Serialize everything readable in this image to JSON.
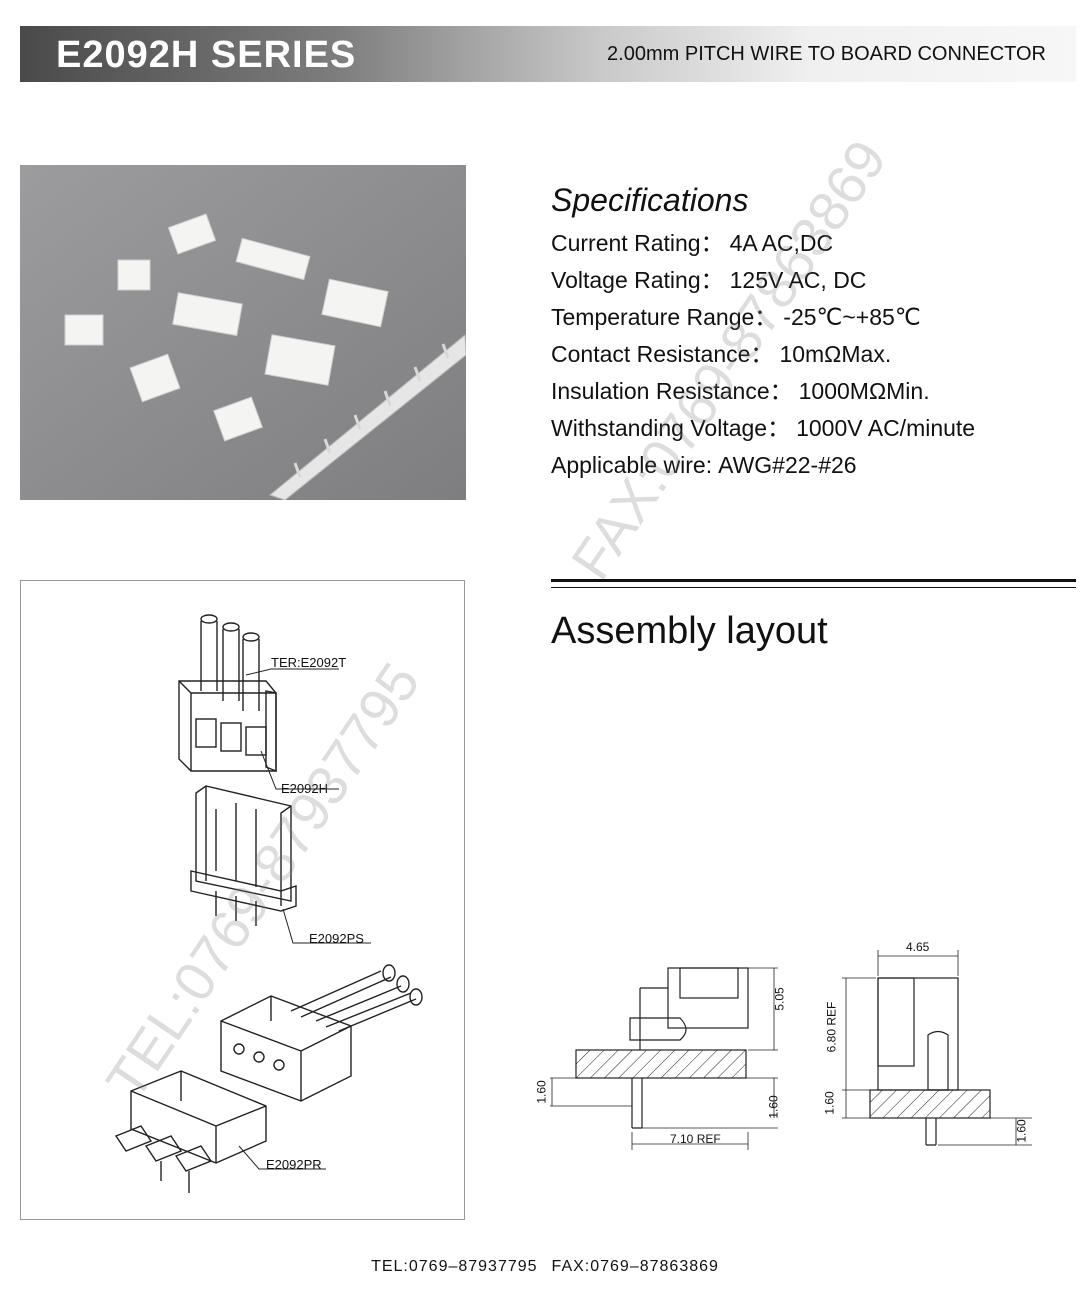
{
  "header": {
    "series_title": "E2092H SERIES",
    "subtitle": "2.00mm PITCH WIRE TO BOARD CONNECTOR"
  },
  "specifications": {
    "title": "Specifications",
    "rows": [
      {
        "label": "Current Rating：",
        "value": "4A  AC,DC"
      },
      {
        "label": "Voltage Rating：",
        "value": "125V AC, DC"
      },
      {
        "label": "Temperature  Range：",
        "value": "-25℃~+85℃"
      },
      {
        "label": "Contact Resistance：",
        "value": "10mΩMax."
      },
      {
        "label": "Insulation Resistance：",
        "value": "1000MΩMin."
      },
      {
        "label": "Withstanding  Voltage：",
        "value": "1000V AC/minute"
      },
      {
        "label": "Applicable wire:",
        "value": "AWG#22-#26"
      }
    ]
  },
  "assembly": {
    "title": "Assembly layout",
    "labels": {
      "terminal": "TER:E2092T",
      "housing": "E2092H",
      "straight_header": "E2092PS",
      "right_angle_header": "E2092PR"
    }
  },
  "dimensions": {
    "side_view": {
      "height": "5.05",
      "pcb": "1.60",
      "pin": "1.60",
      "depth": "7.10 REF"
    },
    "front_view": {
      "width": "4.65",
      "height": "6.80 REF",
      "pcb": "1.60",
      "pin": "1.60"
    }
  },
  "watermark": {
    "tel": "TEL:0769-87937795",
    "fax": "FAX:0769-87863869"
  },
  "footer": {
    "tel": "TEL:0769–87937795",
    "fax": "FAX:0769–87863869"
  }
}
